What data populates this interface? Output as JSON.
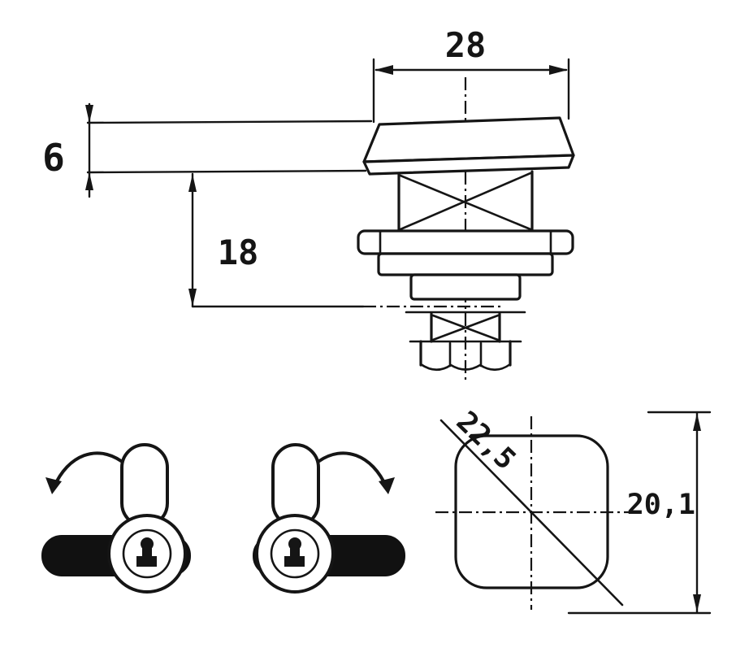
{
  "drawing": {
    "type": "technical-drawing-cam-lock",
    "dimensions": {
      "head_width": "28",
      "cap_height": "6",
      "body_depth": "18",
      "hole_diagonal": "22,5",
      "hole_height": "20,1"
    },
    "colors": {
      "line": "#151515",
      "background": "#ffffff",
      "cam_fill": "#111111"
    }
  }
}
